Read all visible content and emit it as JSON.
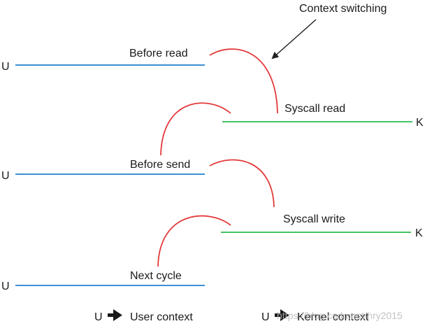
{
  "annotation": {
    "label": "Context switching"
  },
  "colors": {
    "user_line": "#3d8fd6",
    "kernel_line": "#43c463",
    "switch_arc": "#e33a3a",
    "arrow": "#222222",
    "text": "#1a1a1a"
  },
  "rows": [
    {
      "mode": "U",
      "step": "Before read"
    },
    {
      "mode": "K",
      "step": "Syscall read"
    },
    {
      "mode": "U",
      "step": "Before send"
    },
    {
      "mode": "K",
      "step": "Syscall write"
    },
    {
      "mode": "U",
      "step": "Next cycle"
    }
  ],
  "legend": {
    "user": {
      "symbol": "U",
      "arrow_icon": "right-arrow-icon",
      "text": "User context"
    },
    "kernel": {
      "symbol": "U",
      "arrow_icon": "right-arrow-icon",
      "text": "Kernel context"
    }
  },
  "watermark": "https://blog.csdn.net/hry2015"
}
